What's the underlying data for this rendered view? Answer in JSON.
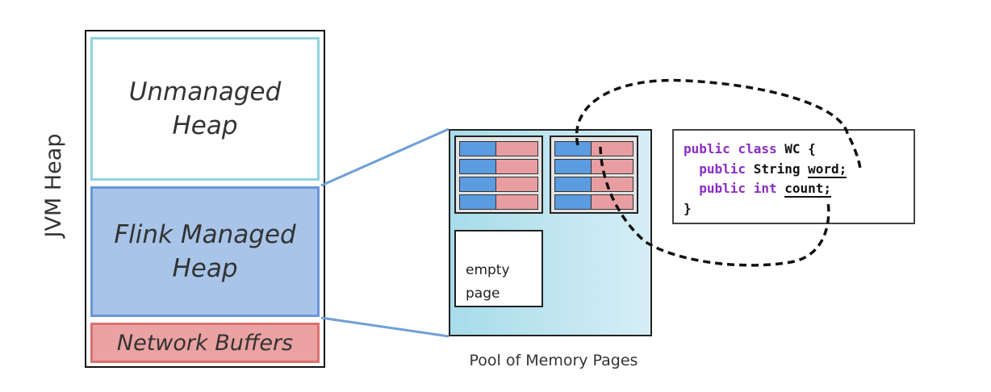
{
  "jvm_heap": {
    "label": "JVM Heap",
    "regions": {
      "unmanaged": "Unmanaged\nHeap",
      "managed": "Flink Managed\nHeap",
      "network": "Network Buffers"
    },
    "colors": {
      "unmanaged_border": "#8fd3e0",
      "managed_fill": "#a8c4e8",
      "managed_border": "#6b95d8",
      "network_fill": "#eaa2a2",
      "network_border": "#d97070"
    }
  },
  "memory_pool": {
    "label": "Pool of Memory Pages",
    "empty_page_label": "empty\npage",
    "colors": {
      "key": "#5b9be0",
      "value": "#e89ea1",
      "pool_bg": "#a7dcea"
    }
  },
  "code": {
    "lines": [
      [
        {
          "t": "public class",
          "c": "kw"
        },
        {
          "t": " WC {",
          "c": "ty"
        }
      ],
      [
        {
          "t": "  ",
          "c": ""
        },
        {
          "t": "public",
          "c": "kw"
        },
        {
          "t": " String ",
          "c": "ty"
        },
        {
          "t": "word;",
          "c": "fld"
        }
      ],
      [
        {
          "t": "  ",
          "c": ""
        },
        {
          "t": "public int",
          "c": "kw"
        },
        {
          "t": " ",
          "c": ""
        },
        {
          "t": "count;",
          "c": "fld"
        }
      ],
      [
        {
          "t": "}",
          "c": "ty"
        }
      ]
    ],
    "keyword_color": "#8a2cc4"
  }
}
